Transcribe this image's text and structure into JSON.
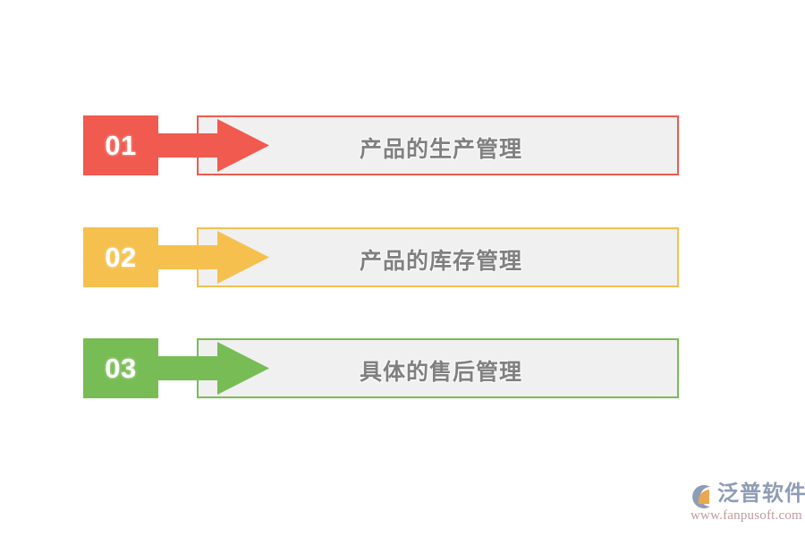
{
  "page": {
    "background_color": "#ffffff",
    "panel_fill": "#f0f0f0",
    "label_text_color": "#808080"
  },
  "steps": [
    {
      "number": "01",
      "label": "产品的生产管理",
      "color": "#f05a4f",
      "border_color": "#f05a4f",
      "arrow_icon": "right-arrow-icon"
    },
    {
      "number": "02",
      "label": "产品的库存管理",
      "color": "#f5c04e",
      "border_color": "#f5c04e",
      "arrow_icon": "right-arrow-icon"
    },
    {
      "number": "03",
      "label": "具体的售后管理",
      "color": "#78bc55",
      "border_color": "#78bc55",
      "arrow_icon": "right-arrow-icon"
    }
  ],
  "watermark": {
    "logo_icon": "fanpusoft-logo-icon",
    "brand": "泛普软件",
    "url": "www.fanpusoft.com",
    "brand_color": "#8f9cb5",
    "url_color": "#c49a9a",
    "mark_ring_color": "#8f9cb5",
    "mark_wedge_color": "#e8a84f"
  }
}
